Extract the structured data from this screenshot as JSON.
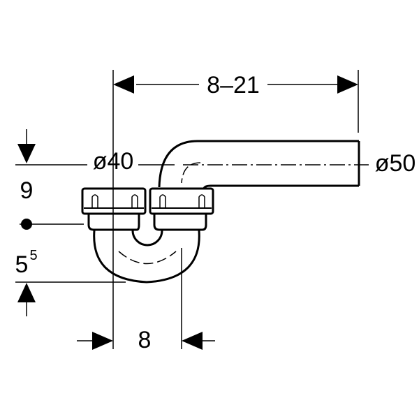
{
  "dimensions": {
    "top_length": "8–21",
    "inlet_diameter": "ø40",
    "outlet_diameter": "ø50",
    "height_upper": "9",
    "height_lower_base": "5",
    "height_lower_sup": "5",
    "inlet_spacing": "8"
  },
  "colors": {
    "line": "#000000",
    "background": "#ffffff"
  }
}
